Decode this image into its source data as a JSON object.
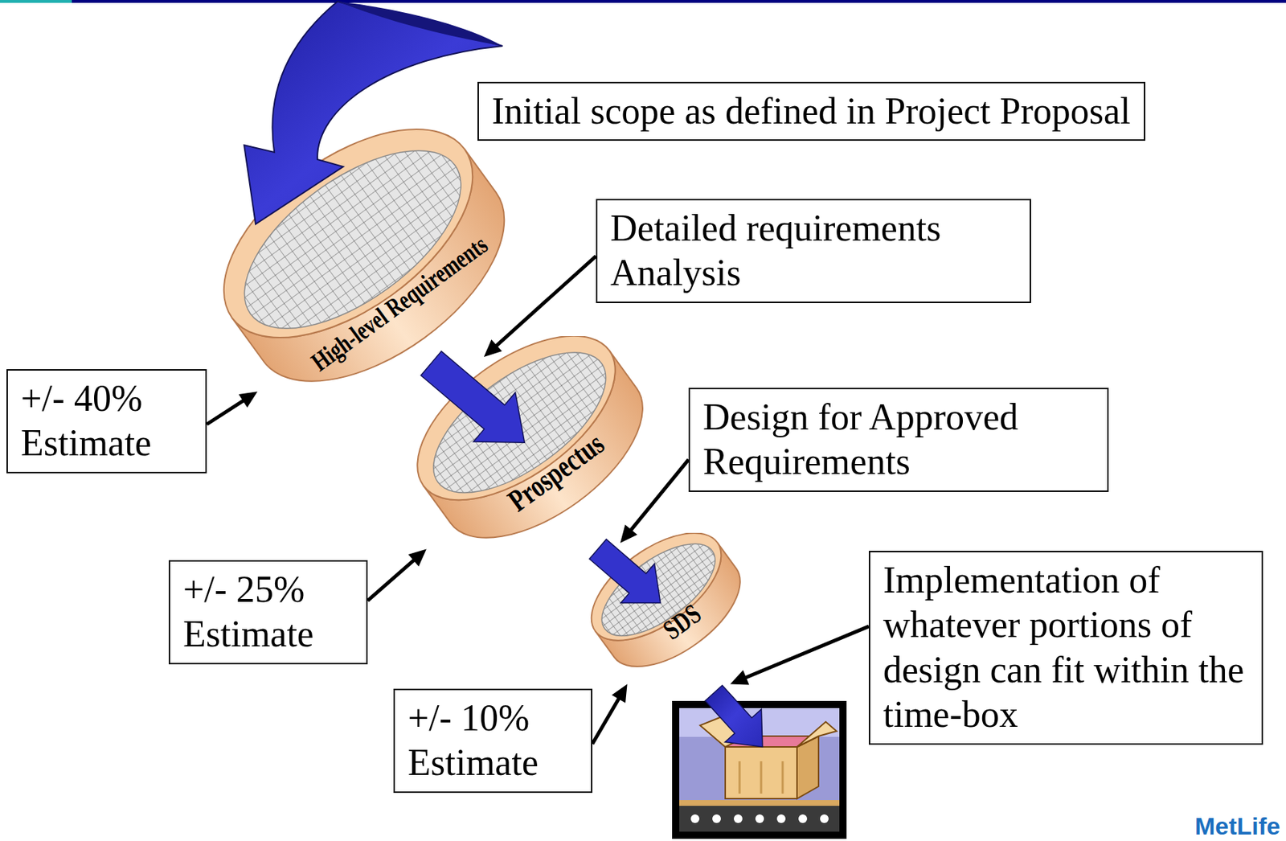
{
  "diagram": {
    "nodes": [
      {
        "text": [
          "Initial scope as defined in Project Proposal"
        ]
      },
      {
        "text": [
          "High-level Requirements"
        ]
      },
      {
        "text": [
          "Detailed requirements Analysis"
        ]
      },
      {
        "text": [
          "+/- 40% Estimate"
        ]
      },
      {
        "text": [
          "Prospectus"
        ]
      },
      {
        "text": [
          "Design for Approved Requirements"
        ]
      },
      {
        "text": [
          "+/- 25% Estimate"
        ]
      },
      {
        "text": [
          "SDS"
        ]
      },
      {
        "text": [
          "Implementation of whatever portions of design can fit within the time-box"
        ]
      },
      {
        "text": [
          "+/- 10% Estimate"
        ]
      }
    ],
    "edges": [
      {
        "from": 3,
        "to": 1,
        "arrow": "to"
      },
      {
        "from": 1,
        "to": 4,
        "arrow": "to"
      },
      {
        "from": 2,
        "to": 4,
        "arrow": "to"
      },
      {
        "from": 6,
        "to": 4,
        "arrow": "to"
      },
      {
        "from": 4,
        "to": 7,
        "arrow": "to"
      },
      {
        "from": 5,
        "to": 7,
        "arrow": "to"
      },
      {
        "from": 9,
        "to": 7,
        "arrow": "to"
      },
      {
        "from": 8,
        "to": 7,
        "arrow": "to"
      }
    ],
    "labels": [
      "MetLife"
    ]
  }
}
